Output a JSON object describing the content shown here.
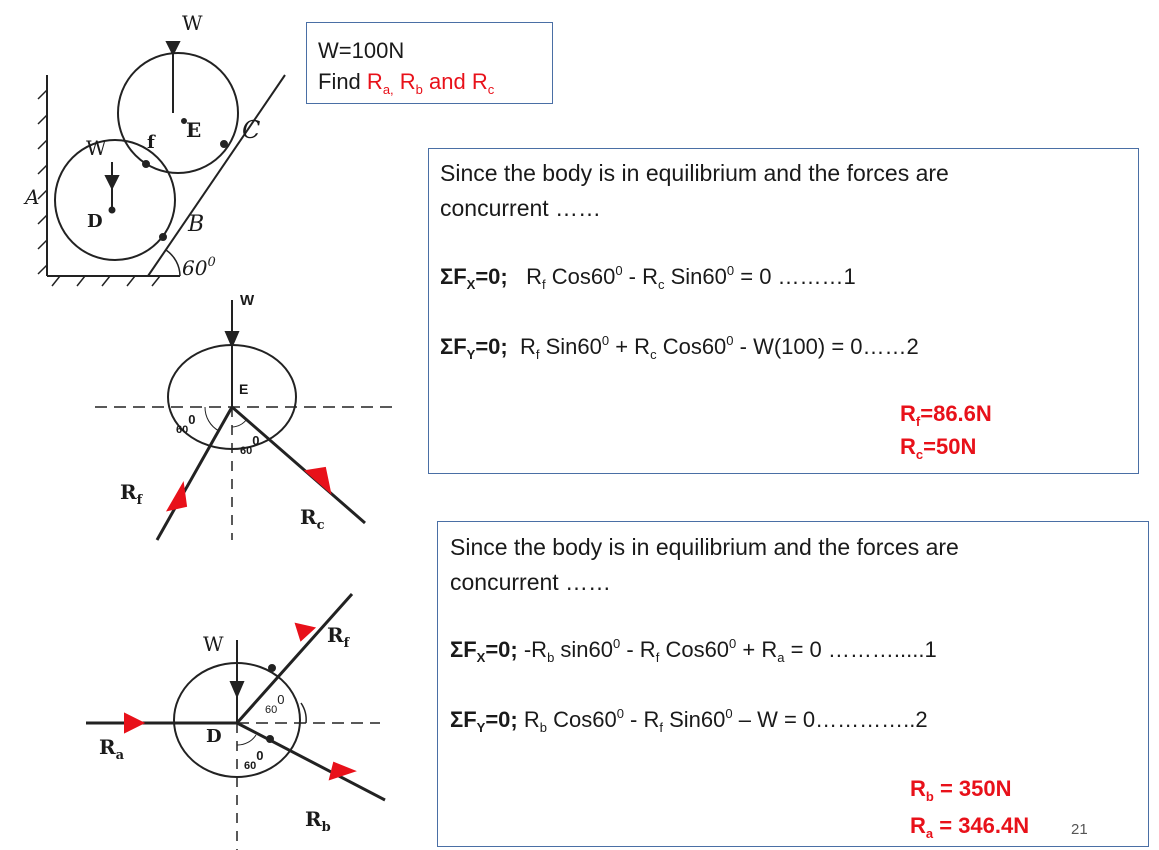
{
  "given": {
    "line1": "W=100N",
    "find_word": "Find",
    "ra": "R",
    "ra_sub": "a,",
    "rb": "R",
    "rb_sub": "b",
    "and_word": "and",
    "rc": "R",
    "rc_sub": "c"
  },
  "box1": {
    "intro_1": "Since the body is in equilibrium and the forces are",
    "intro_2": "concurrent ……",
    "eq1_label": "ΣF",
    "eq1_label_sub": "X",
    "eq1_label_end": "=0;",
    "eq1_body": "R",
    "eq1_rsub1": "f",
    "eq1_t1": " Cos60",
    "eq1_sup1": "0",
    "eq1_t2": " - R",
    "eq1_rsub2": "c",
    "eq1_t3": " Sin60",
    "eq1_sup2": "0",
    "eq1_t4": "  = 0 ………1",
    "eq2_label": "ΣF",
    "eq2_label_sub": "Y",
    "eq2_label_end": "=0;",
    "eq2_body": "R",
    "eq2_rsub1": "f",
    "eq2_t1": " Sin60",
    "eq2_sup1": "0",
    "eq2_t2": "  + R",
    "eq2_rsub2": "c",
    "eq2_t3": " Cos60",
    "eq2_sup2": "0",
    "eq2_t4": " - W(100) = 0……2",
    "result1": "R",
    "result1_sub": "f",
    "result1_val": "=86.6N",
    "result2": "R",
    "result2_sub": "c",
    "result2_val": "=50N"
  },
  "box2": {
    "intro_1": "Since the body is in equilibrium and the forces are",
    "intro_2": "concurrent ……",
    "eq1_label": "ΣF",
    "eq1_label_sub": "X",
    "eq1_label_end": "=0;",
    "eq1_t0": " -R",
    "eq1_rsub1": "b",
    "eq1_t1": " sin60",
    "eq1_sup1": "0",
    "eq1_t2": " - R",
    "eq1_rsub2": "f",
    "eq1_t3": " Cos60",
    "eq1_sup2": "0",
    "eq1_t4": " + R",
    "eq1_rsub3": "a",
    "eq1_t5": " = 0 ……….....1",
    "eq2_label": "ΣF",
    "eq2_label_sub": "Y",
    "eq2_label_end": "=0;",
    "eq2_t0": "  R",
    "eq2_rsub1": "b",
    "eq2_t1": " Cos60",
    "eq2_sup1": "0",
    "eq2_t2": " - R",
    "eq2_rsub2": "f",
    "eq2_t3": " Sin60",
    "eq2_sup2": "0",
    "eq2_t4": " – W = 0…………..2",
    "result1": "R",
    "result1_sub": "b",
    "result1_val": " = 350N",
    "result2": "R",
    "result2_sub": "a",
    "result2_val": " = 346.4N"
  },
  "diagram_labels": {
    "top_W": "W",
    "E": "E",
    "f": "f",
    "C": "C",
    "W_left": "W",
    "A": "A",
    "D": "D",
    "B": "B",
    "angle_60": "60",
    "angle_sup": "0",
    "fbd1_W": "W",
    "fbd1_E": "E",
    "fbd1_60a": "60",
    "fbd1_60b": "60",
    "fbd1_Rf": "R",
    "fbd1_Rf_sub": "f",
    "fbd1_Rc": "R",
    "fbd1_Rc_sub": "c",
    "fbd2_W": "W",
    "fbd2_D": "D",
    "fbd2_60a": "60",
    "fbd2_60b": "60",
    "fbd2_Rf": "R",
    "fbd2_Rf_sub": "f",
    "fbd2_Ra": "R",
    "fbd2_Ra_sub": "a",
    "fbd2_Rb": "R",
    "fbd2_Rb_sub": "b"
  },
  "page_number": "21",
  "colors": {
    "red": "#e8111a",
    "box_border": "#4a6fa5"
  }
}
